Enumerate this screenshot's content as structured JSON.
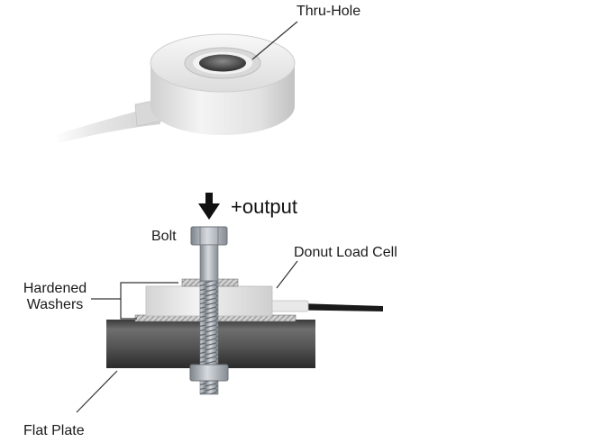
{
  "labels": {
    "thru_hole": "Thru-Hole",
    "output": "+output",
    "bolt": "Bolt",
    "donut_load_cell": "Donut Load Cell",
    "hardened_washers_line1": "Hardened",
    "hardened_washers_line2": "Washers",
    "flat_plate": "Flat Plate"
  },
  "colors": {
    "leader_line": "#333333",
    "cable_dark": "#1a1a1a",
    "plate": "#4a4a4a",
    "cell_body": "#e6e6e6",
    "bolt": "#a8adb3"
  }
}
